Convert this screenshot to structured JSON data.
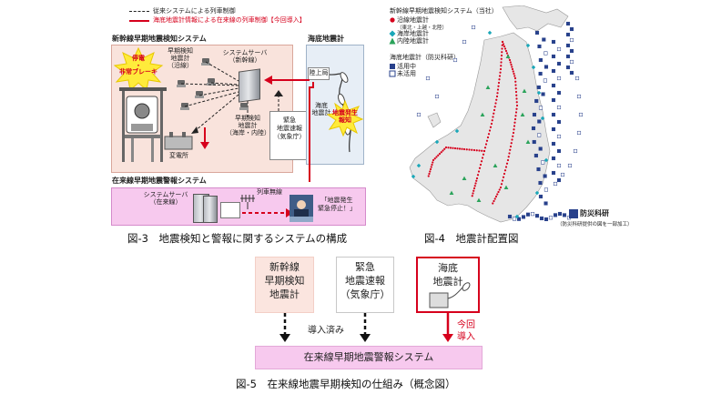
{
  "fig3": {
    "legend_conventional": "従来システムによる列車制御",
    "legend_new": "海底地震計情報による在来線の列車制御【今回導入】",
    "shinkansen_title": "新幹線早期地震検知システム",
    "ocean_title": "海底地震計",
    "blackout_label": "停電\n・\n非常ブレーキ",
    "early_along_line": "早期検知\n地震計\n（沿線）",
    "system_server_shinkansen": "システムサーバ\n（新幹線）",
    "land_station": "陸上局",
    "seafloor_seismometer": "海底\n地震計",
    "quake_report": "地震発生\n報知",
    "early_coast_inland": "早期検知\n地震計\n（海岸・内陸）",
    "substation": "変電所",
    "eew": "緊急\n地震速報\n（気象庁）",
    "conventional_title": "在来線早期地震警報システム",
    "system_server_conventional": "システムサーバ\n（在来線）",
    "train_radio": "列車無線",
    "alert_message": "「地震発生\n緊急停止！」",
    "caption": "図-3　地震検知と警報に関するシステムの構成"
  },
  "fig4": {
    "legend_title": "新幹線早期地震検知システム（当社）",
    "along_line": "沿線地震計",
    "along_line_sub": "（東北・上越・北陸）",
    "coast": "海岸地震計",
    "inland": "内陸地震計",
    "bosai_title": "海底地震計（防災科研）",
    "in_use": "活用中",
    "not_used": "未活用",
    "bosai_logo": "防災科研",
    "credit": "（防災科研提供の図を一部加工）",
    "caption": "図-4　地震計配置図",
    "colors": {
      "along": "#d6001c",
      "coast": "#1aa7b8",
      "inland": "#2aa35a",
      "ocean": "#27408b"
    }
  },
  "fig5": {
    "box1": "新幹線\n早期検知\n地震計",
    "box2": "緊急\n地震速報\n（気象庁）",
    "box3": "海底\n地震計",
    "installed": "導入済み",
    "new_label": "今回\n導入",
    "bottom": "在来線早期地震警報システム",
    "caption": "図-5　在来線地震早期検知の仕組み（概念図）"
  }
}
